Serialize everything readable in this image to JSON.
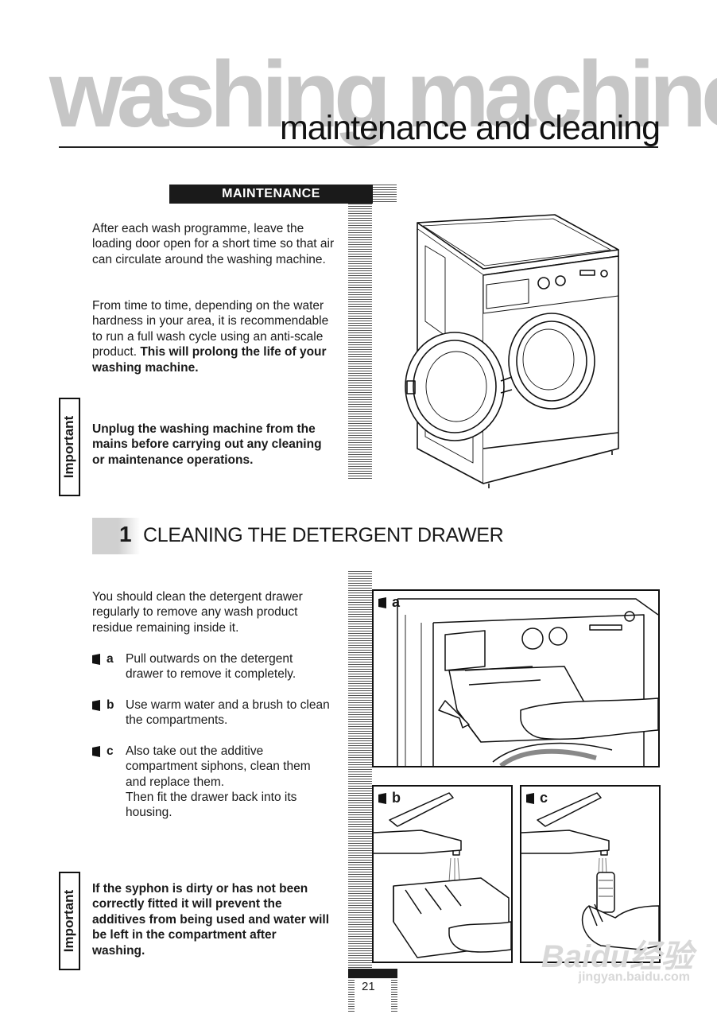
{
  "header": {
    "big_title": "washing machine",
    "subtitle": "maintenance and cleaning"
  },
  "maintenance": {
    "heading": "MAINTENANCE",
    "para1": "After each wash programme, leave the loading door open for a short time so that air can circulate around the washing machine.",
    "para2_normal": "From time to time, depending on the water hardness in your area, it is recommendable to run a full wash cycle using an anti-scale product. ",
    "para2_bold": "This will prolong the life of your washing machine.",
    "important_label": "Important",
    "important_text": "Unplug the washing machine from the mains before carrying out any cleaning or maintenance operations."
  },
  "cleaning": {
    "number": "1",
    "heading": "CLEANING THE DETERGENT DRAWER",
    "intro": "You should clean the detergent drawer regularly to remove any wash product residue remaining inside it.",
    "steps": [
      {
        "letter": "a",
        "text": "Pull outwards on the detergent drawer to remove it completely."
      },
      {
        "letter": "b",
        "text": "Use warm water and a brush to clean the compartments."
      },
      {
        "letter": "c",
        "text": "Also take out the additive compartment siphons, clean them and replace them."
      },
      {
        "letter": "",
        "text": "Then fit the drawer back into its housing."
      }
    ],
    "important_label": "Important",
    "important_text": "If the syphon is dirty or has not been correctly fitted it will prevent the additives from being used and water will be left in the compartment after washing.",
    "panels": {
      "a": "a",
      "b": "b",
      "c": "c"
    }
  },
  "footer": {
    "page_number": "21",
    "watermark_main": "Baidu经验",
    "watermark_url": "jingyan.baidu.com"
  }
}
